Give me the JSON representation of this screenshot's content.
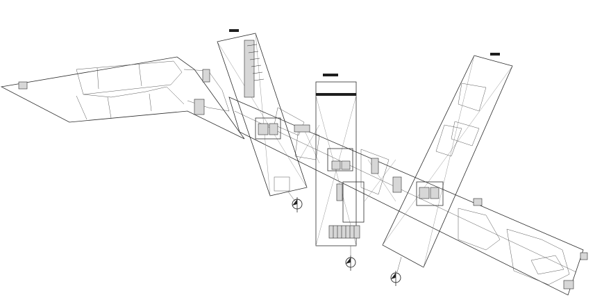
{
  "drawing": {
    "kind": "architectural-floor-plan",
    "background": "#ffffff",
    "line_color": "#2a2a2a",
    "text_labels": []
  },
  "elements": {
    "left_wing": "corridor-wing",
    "main_bar": "main-corridor",
    "blocks": [
      "block-a",
      "block-b",
      "block-c"
    ],
    "north_arrows": [
      "north-arrow",
      "north-arrow",
      "north-arrow"
    ],
    "scale_bars": [
      "scale-bar",
      "scale-bar",
      "scale-bar"
    ],
    "stair_icons": [
      "stair-icon"
    ]
  }
}
